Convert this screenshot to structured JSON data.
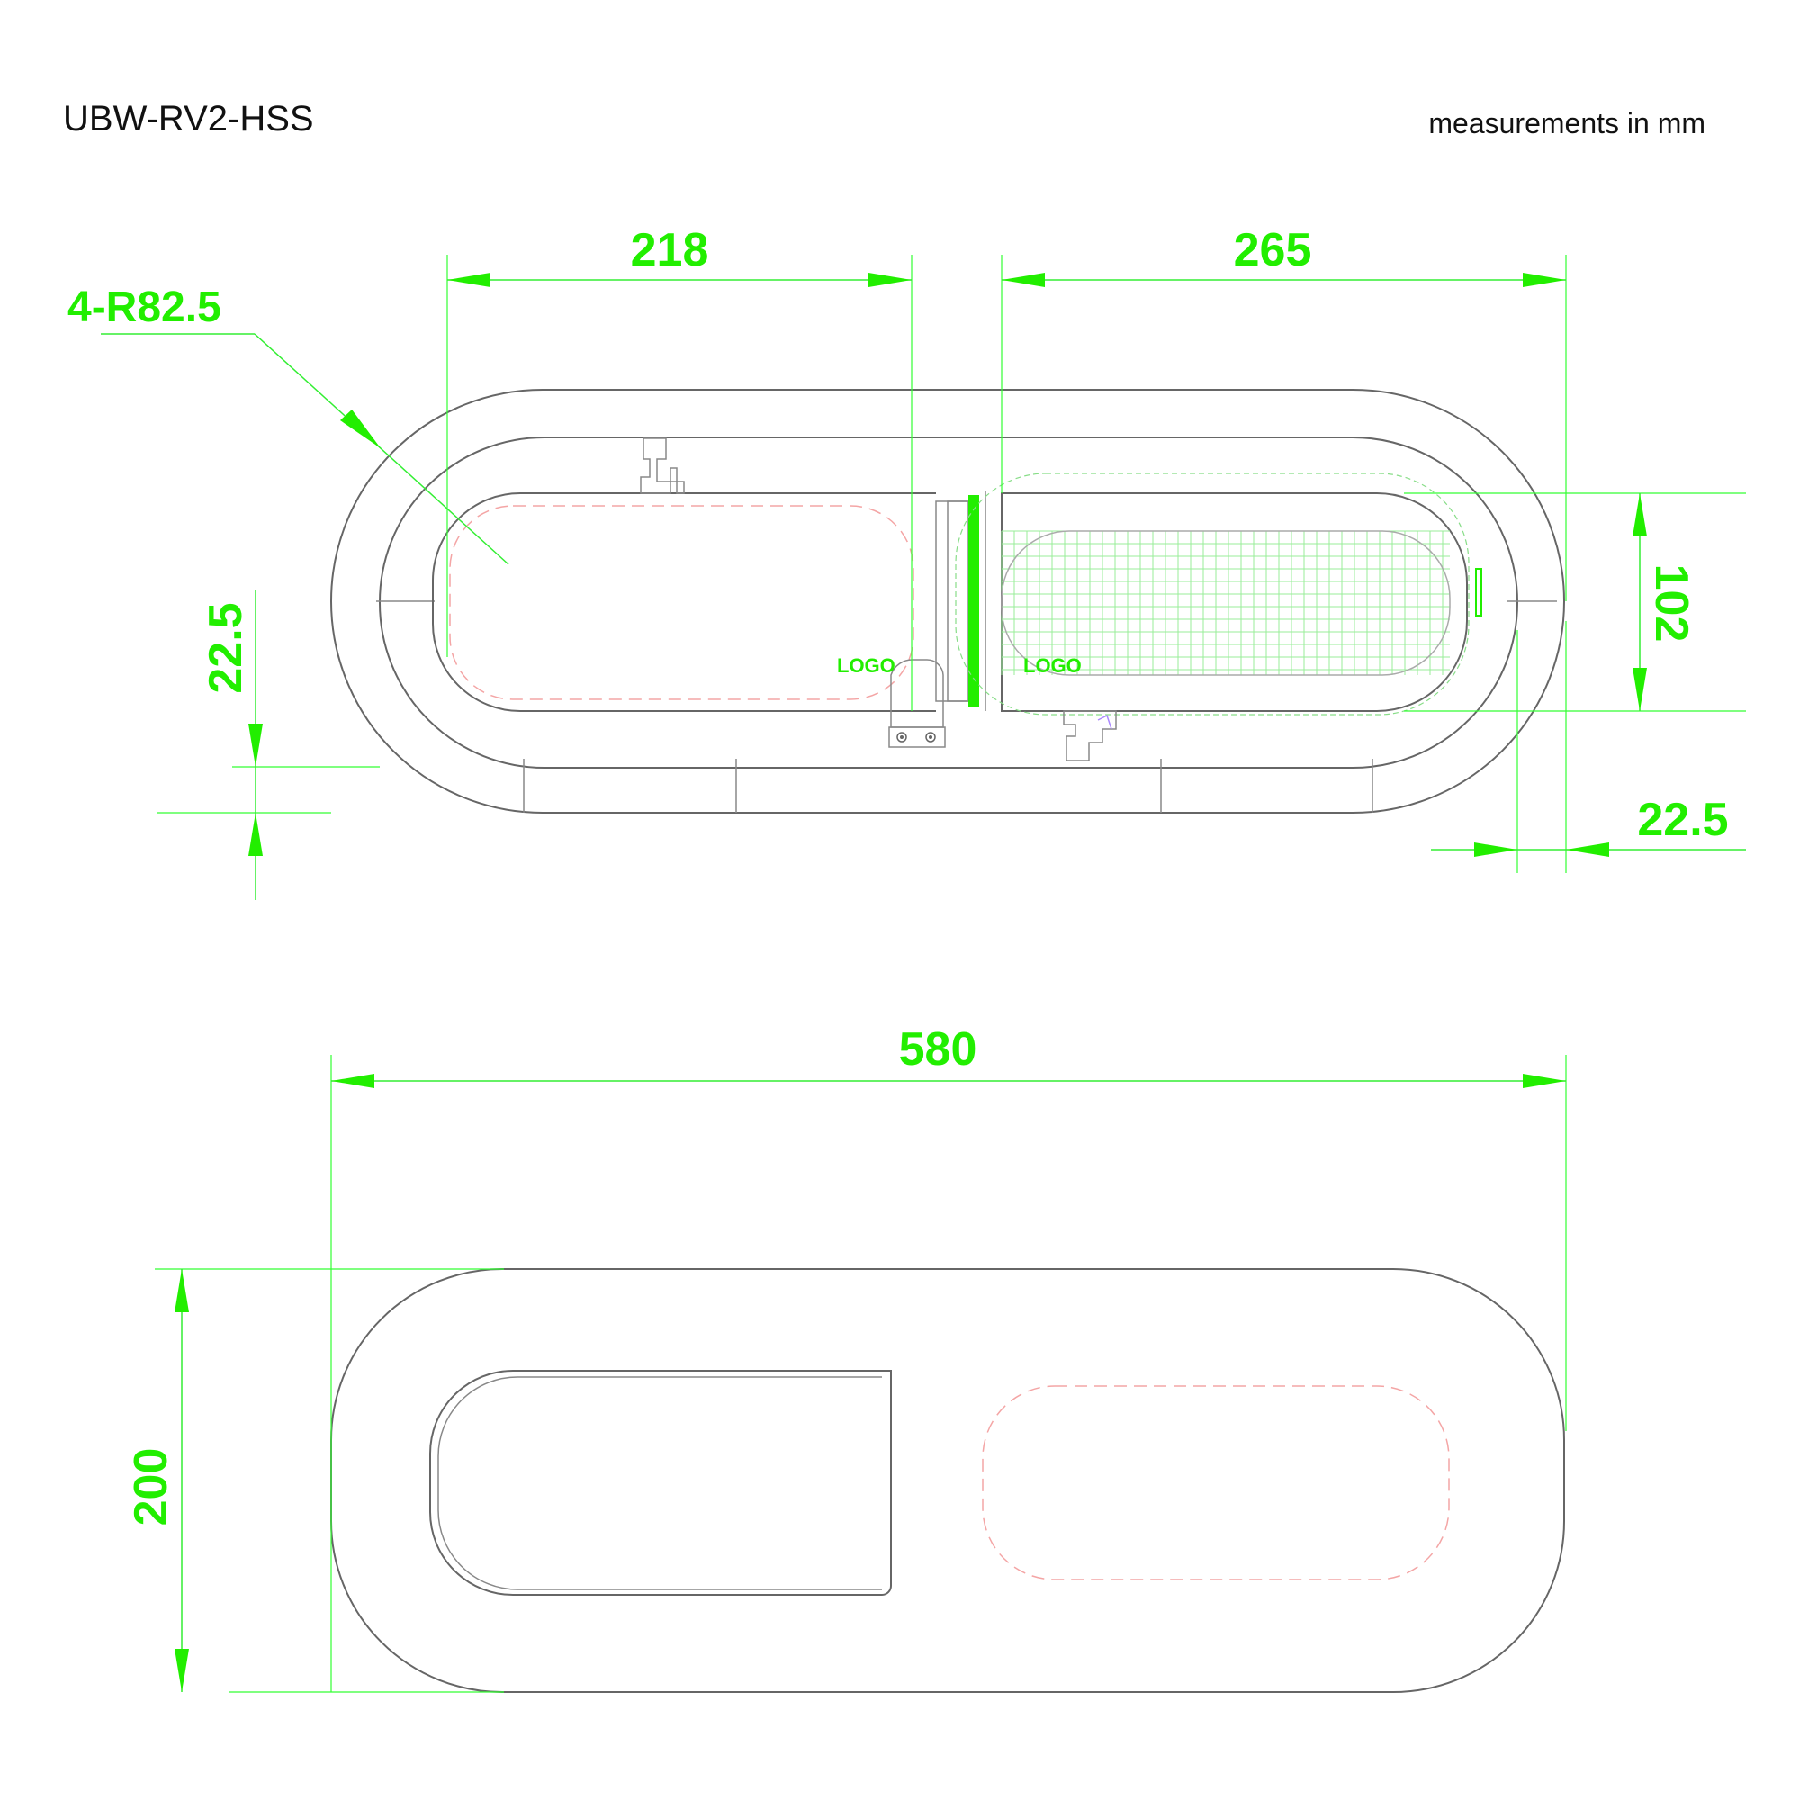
{
  "header": {
    "model": "UBW-RV2-HSS",
    "units_note": "measurements in mm"
  },
  "top_view": {
    "radius_label": "4-R82.5",
    "dim_left_compartment": "218",
    "dim_right_compartment": "265",
    "dim_opening_height": "102",
    "dim_left_margin": "22.5",
    "dim_right_margin": "22.5",
    "logo_left": "LOGO",
    "logo_right": "LOGO"
  },
  "bottom_view": {
    "dim_total_length": "580",
    "dim_total_width": "200"
  },
  "colors": {
    "dimension": "#22ee00",
    "outline": "#666666",
    "hidden": "#f4a5a5"
  }
}
